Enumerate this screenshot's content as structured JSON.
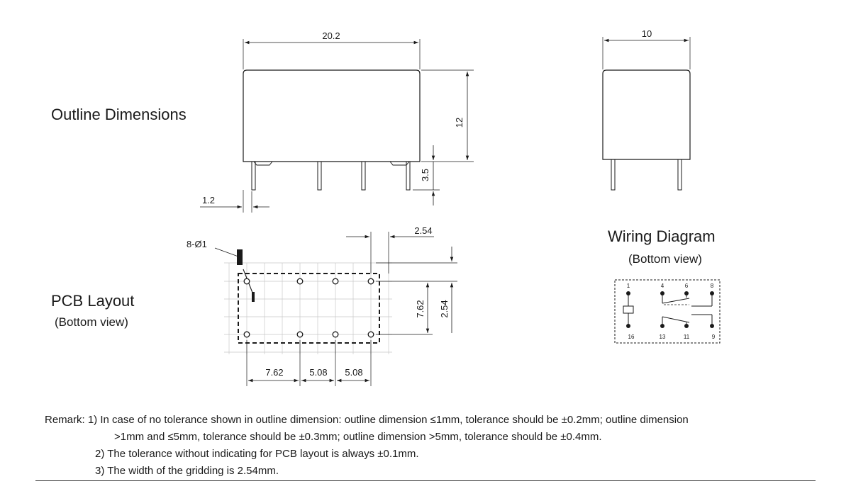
{
  "headings": {
    "outline": "Outline Dimensions",
    "pcb": "PCB Layout",
    "pcb_sub": "(Bottom view)",
    "wiring": "Wiring Diagram",
    "wiring_sub": "(Bottom view)"
  },
  "outline_dims": {
    "width": "20.2",
    "height": "12",
    "pin_length": "3.5",
    "pin_offset": "1.2",
    "side_width": "10"
  },
  "pcb_dims": {
    "hole_spec": "8-Ø1",
    "grid_top": "2.54",
    "row_spacing": "7.62",
    "row_offset": "2.54",
    "col_1": "7.62",
    "col_2": "5.08",
    "col_3": "5.08"
  },
  "wiring_pins": {
    "top": [
      "1",
      "4",
      "6",
      "8"
    ],
    "bottom": [
      "16",
      "13",
      "11",
      "9"
    ]
  },
  "remarks": {
    "line1": "Remark: 1)  In case of no tolerance shown in outline dimension: outline dimension ≤1mm, tolerance should be ±0.2mm; outline dimension",
    "line2": ">1mm and ≤5mm, tolerance should be ±0.3mm; outline dimension >5mm, tolerance should be ±0.4mm.",
    "line3": "2)  The tolerance without indicating for PCB layout is always ±0.1mm.",
    "line4": "3)  The width of the gridding is 2.54mm."
  }
}
